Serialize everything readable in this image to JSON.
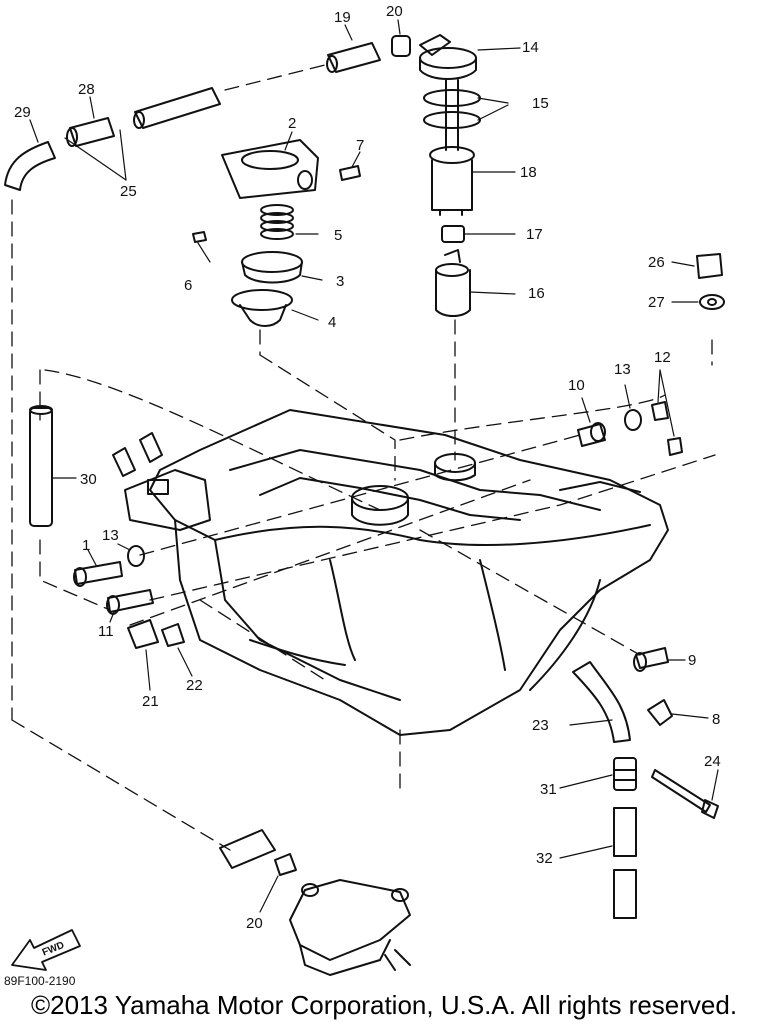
{
  "diagram_code": "89F100-2190",
  "fwd_label": "FWD",
  "copyright": "©2013 Yamaha Motor Corporation, U.S.A. All rights reserved.",
  "callouts": [
    {
      "id": "c19",
      "label": "19"
    },
    {
      "id": "c20a",
      "label": "20"
    },
    {
      "id": "c14",
      "label": "14"
    },
    {
      "id": "c15",
      "label": "15"
    },
    {
      "id": "c18",
      "label": "18"
    },
    {
      "id": "c17",
      "label": "17"
    },
    {
      "id": "c16",
      "label": "16"
    },
    {
      "id": "c29",
      "label": "29"
    },
    {
      "id": "c28",
      "label": "28"
    },
    {
      "id": "c25",
      "label": "25"
    },
    {
      "id": "c2",
      "label": "2"
    },
    {
      "id": "c7",
      "label": "7"
    },
    {
      "id": "c5",
      "label": "5"
    },
    {
      "id": "c6",
      "label": "6"
    },
    {
      "id": "c3",
      "label": "3"
    },
    {
      "id": "c4",
      "label": "4"
    },
    {
      "id": "c26",
      "label": "26"
    },
    {
      "id": "c27",
      "label": "27"
    },
    {
      "id": "c10",
      "label": "10"
    },
    {
      "id": "c13a",
      "label": "13"
    },
    {
      "id": "c12",
      "label": "12"
    },
    {
      "id": "c30",
      "label": "30"
    },
    {
      "id": "c13b",
      "label": "13"
    },
    {
      "id": "c1",
      "label": "1"
    },
    {
      "id": "c11",
      "label": "11"
    },
    {
      "id": "c21",
      "label": "21"
    },
    {
      "id": "c22",
      "label": "22"
    },
    {
      "id": "c9",
      "label": "9"
    },
    {
      "id": "c23",
      "label": "23"
    },
    {
      "id": "c8",
      "label": "8"
    },
    {
      "id": "c24",
      "label": "24"
    },
    {
      "id": "c31",
      "label": "31"
    },
    {
      "id": "c32",
      "label": "32"
    },
    {
      "id": "c20b",
      "label": "20"
    }
  ]
}
